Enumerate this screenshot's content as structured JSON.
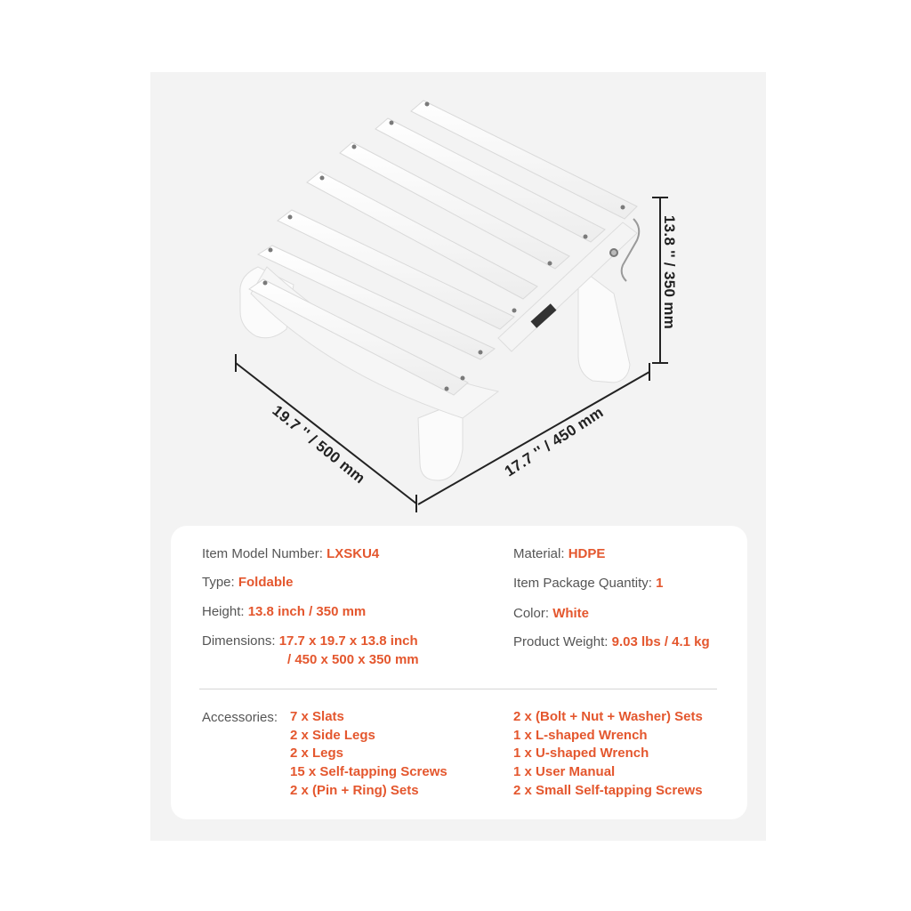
{
  "dimensions": {
    "height": "13.8 '' / 350 mm",
    "width_left": "19.7 '' / 500 mm",
    "width_right": "17.7 '' / 450 mm"
  },
  "specs": {
    "model_label": "Item Model Number:",
    "model_value": "LXSKU4",
    "type_label": "Type:",
    "type_value": "Foldable",
    "height_label": "Height:",
    "height_value": "13.8 inch / 350 mm",
    "dimensions_label": "Dimensions:",
    "dimensions_value_1": "17.7 x 19.7 x 13.8 inch",
    "dimensions_value_2": "/ 450 x 500 x 350 mm",
    "material_label": "Material:",
    "material_value": "HDPE",
    "quantity_label": "Item Package Quantity:",
    "quantity_value": "1",
    "color_label": "Color:",
    "color_value": "White",
    "weight_label": "Product Weight:",
    "weight_value": "9.03 lbs / 4.1 kg"
  },
  "accessories": {
    "label": "Accessories:",
    "left": [
      "7 x Slats",
      "2 x Side Legs",
      "2 x Legs",
      "15 x Self-tapping Screws",
      "2 x (Pin + Ring) Sets"
    ],
    "right": [
      "2 x (Bolt + Nut + Washer) Sets",
      "1 x L-shaped Wrench",
      "1 x U-shaped Wrench",
      "1 x User Manual",
      "2 x Small Self-tapping Screws"
    ]
  },
  "colors": {
    "accent": "#e4572e",
    "panel_background": "#f3f3f3",
    "product": "#ffffff"
  }
}
